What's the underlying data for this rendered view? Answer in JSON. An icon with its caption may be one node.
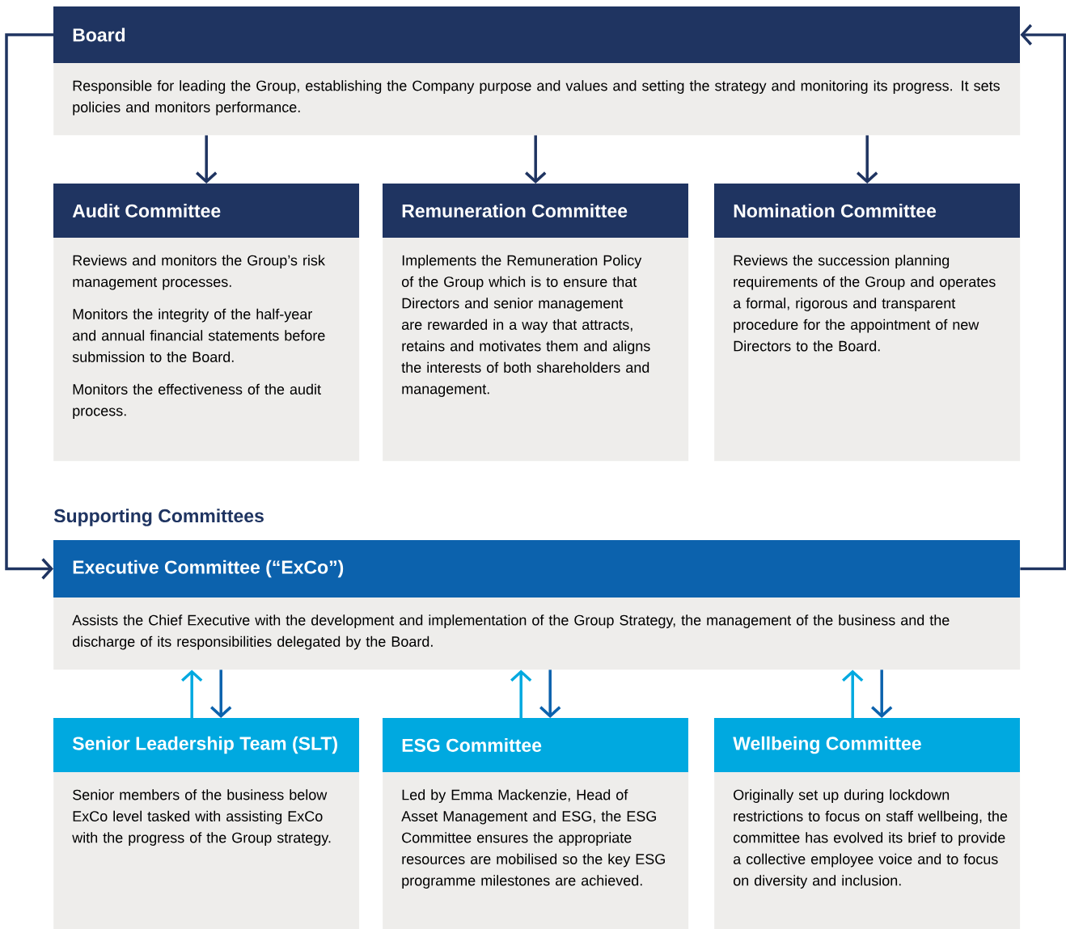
{
  "diagram": {
    "nodes": [
      {
        "text": [
          "Board",
          "Responsible for leading the Group, establishing the Company purpose and values and setting the strategy and monitoring its progress. It sets policies and monitors performance."
        ]
      },
      {
        "text": [
          "Audit Committee",
          "Reviews and monitors the Group’s risk management processes.",
          "Monitors the integrity of the half-year and annual financial statements before submission to the Board.",
          "Monitors the effectiveness of the audit process."
        ]
      },
      {
        "text": [
          "Remuneration Committee",
          "Implements the Remuneration Policy of the Group which is to ensure that Directors and senior management are rewarded in a way that attracts, retains and motivates them and aligns the interests of both shareholders and management."
        ]
      },
      {
        "text": [
          "Nomination Committee",
          "Reviews the succession planning requirements of the Group and operates a formal, rigorous and transparent procedure for the appointment of new Directors to the Board."
        ]
      },
      {
        "text": [
          "Executive Committee (“ExCo”)",
          "Assists the Chief Executive with the development and implementation of the Group Strategy, the management of the business and the discharge of its responsibilities delegated by the Board."
        ]
      },
      {
        "text": [
          "Senior Leadership Team (SLT)",
          "Senior members of the business below ExCo level tasked with assisting ExCo with the progress of the Group strategy."
        ]
      },
      {
        "text": [
          "ESG Committee",
          "Led by Emma Mackenzie, Head of Asset Management and ESG, the ESG Committee ensures the appropriate resources are mobilised so the key ESG programme milestones are achieved."
        ]
      },
      {
        "text": [
          "Wellbeing Committee",
          "Originally set up during lockdown restrictions to focus on staff wellbeing, the committee has evolved its brief to provide a collective employee voice and to focus on diversity and inclusion."
        ]
      }
    ],
    "edges": [
      {
        "from": 0,
        "to": 1,
        "arrow": "to"
      },
      {
        "from": 0,
        "to": 2,
        "arrow": "to"
      },
      {
        "from": 0,
        "to": 3,
        "arrow": "to"
      },
      {
        "from": 0,
        "to": 4,
        "arrow": "to"
      },
      {
        "from": 4,
        "to": 0,
        "arrow": "to"
      },
      {
        "from": 5,
        "to": 4,
        "arrow": "to",
        "color": "#00a9e0"
      },
      {
        "from": 4,
        "to": 5,
        "arrow": "to",
        "color": "#0c62ad"
      },
      {
        "from": 6,
        "to": 4,
        "arrow": "to",
        "color": "#00a9e0"
      },
      {
        "from": 4,
        "to": 6,
        "arrow": "to",
        "color": "#0c62ad"
      },
      {
        "from": 7,
        "to": 4,
        "arrow": "to",
        "color": "#00a9e0"
      },
      {
        "from": 4,
        "to": 7,
        "arrow": "to",
        "color": "#0c62ad"
      }
    ],
    "labels": [
      "Supporting Committees"
    ]
  }
}
